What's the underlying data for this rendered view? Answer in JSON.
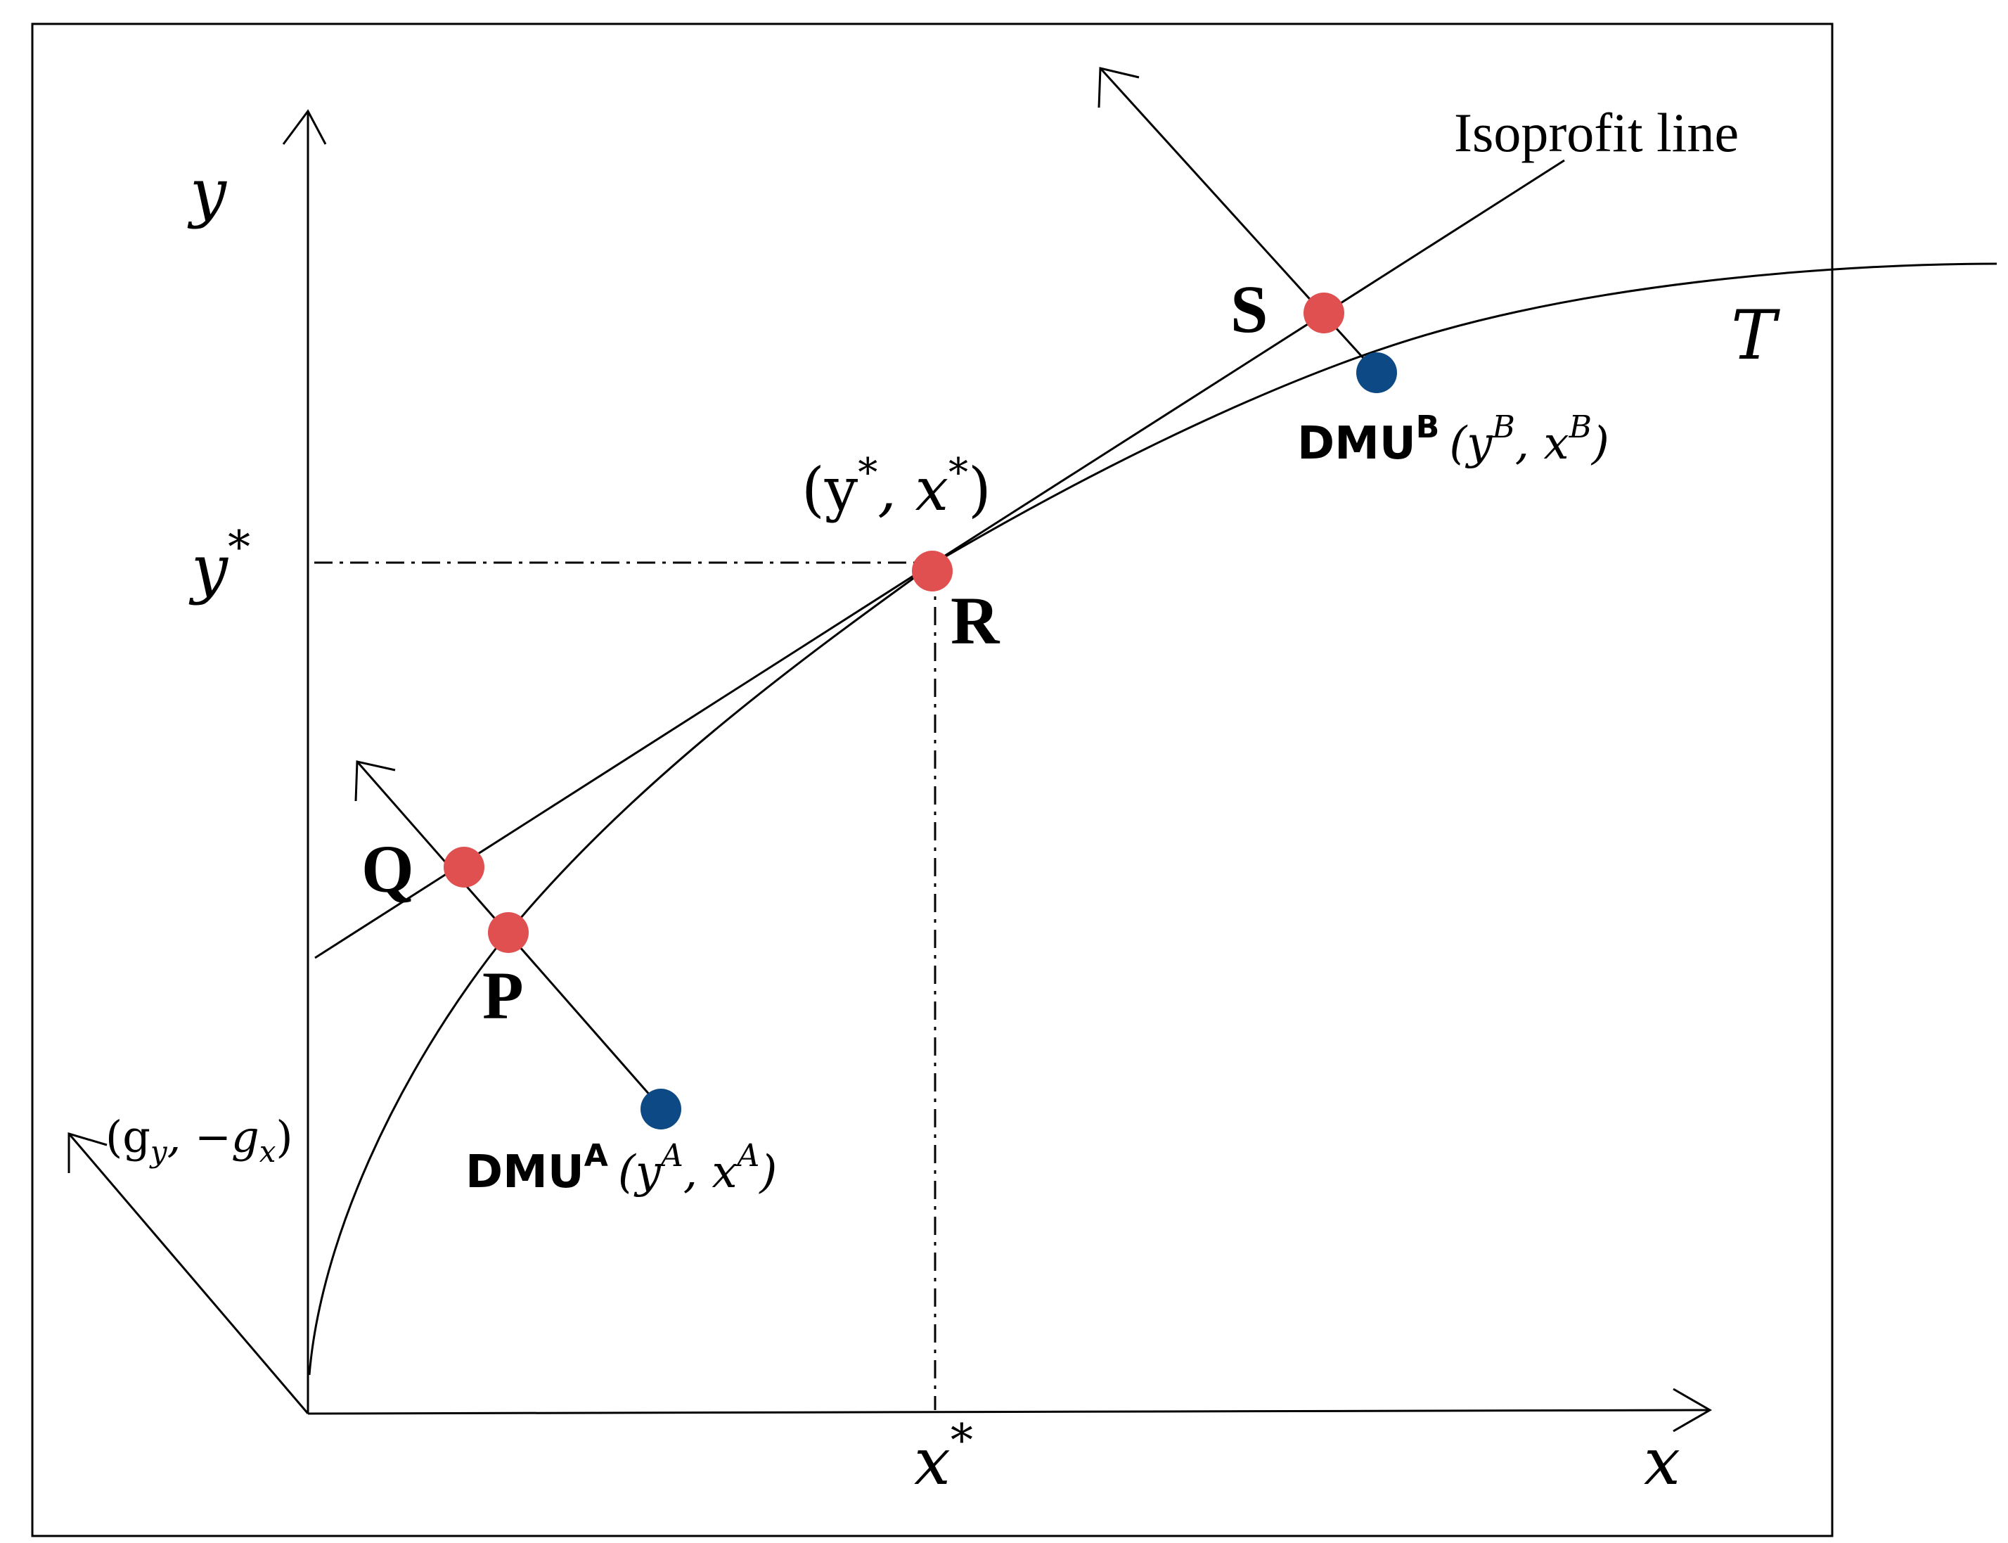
{
  "axes": {
    "y_label": "y",
    "x_label": "x",
    "y_star": "y",
    "x_star": "x",
    "star": "*"
  },
  "curve_label": "T",
  "isoprofit_label": "Isoprofit line",
  "direction_vector_label": "(g",
  "direction_vector_sub_y": "y",
  "direction_vector_mid": ", −g",
  "direction_vector_sub_x": "x",
  "direction_vector_close": ")",
  "optimum_label": {
    "open": "(y",
    "sep": ", x",
    "close": ")",
    "star": "*"
  },
  "points": {
    "P": "P",
    "Q": "Q",
    "R": "R",
    "S": "S"
  },
  "dmu_a": {
    "name": "DMU",
    "sup": "A",
    "coords_open": "(y",
    "coords_sep": ", x",
    "coords_close": ")",
    "coords_sup": "A"
  },
  "dmu_b": {
    "name": "DMU",
    "sup": "B",
    "coords_open": "(y",
    "coords_sep": ", x",
    "coords_close": ")",
    "coords_sup": "B"
  },
  "colors": {
    "frontier_point": "#e05050",
    "dmu_point": "#0d4a85",
    "line": "#000000"
  }
}
